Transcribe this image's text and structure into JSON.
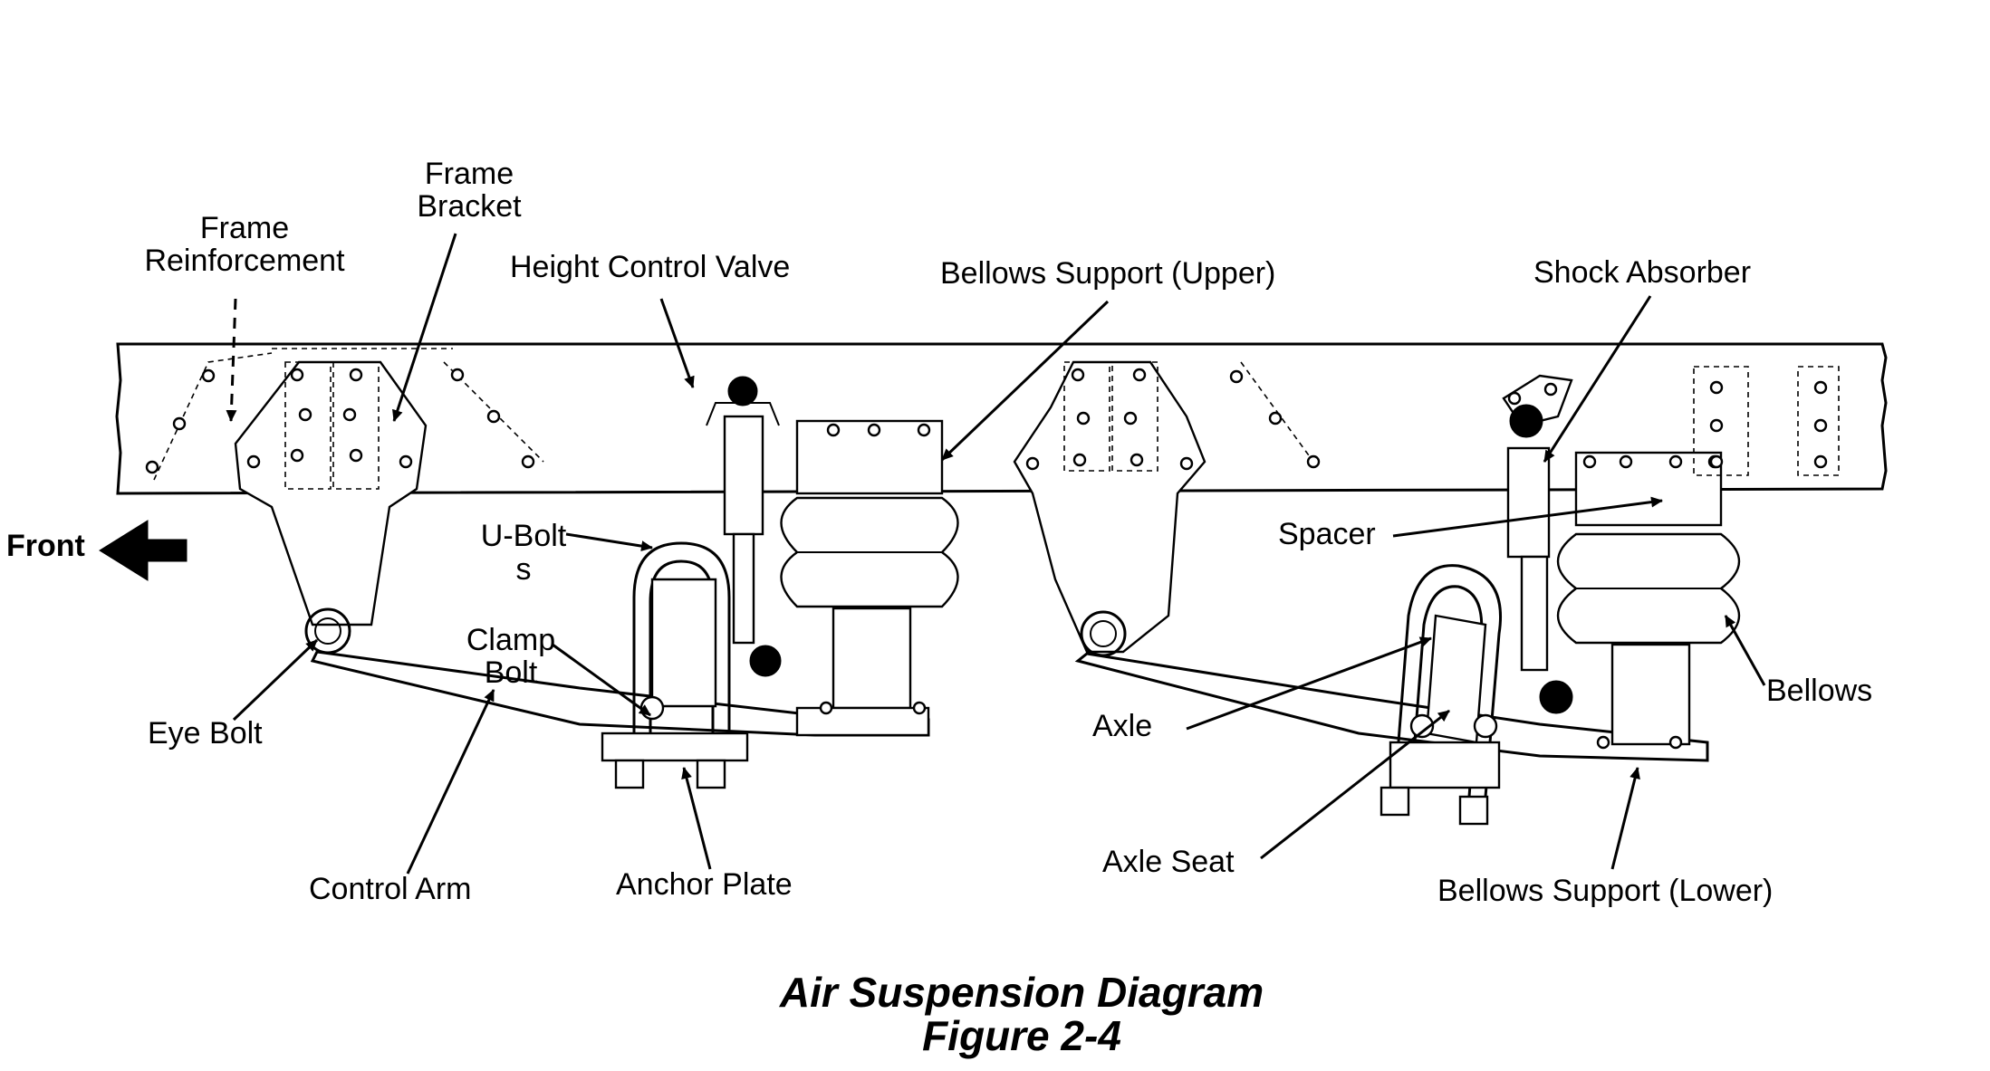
{
  "labels": {
    "frame_reinforcement_1": "Frame",
    "frame_reinforcement_2": "Reinforcement",
    "frame_bracket_1": "Frame",
    "frame_bracket_2": "Bracket",
    "height_control_valve": "Height Control Valve",
    "bellows_support_upper": "Bellows Support (Upper)",
    "shock_absorber": "Shock Absorber",
    "front": "Front",
    "u_bolts_1": "U-Bolt",
    "u_bolts_2": "s",
    "clamp_bolt_1": "Clamp",
    "clamp_bolt_2": "Bolt",
    "eye_bolt": "Eye Bolt",
    "control_arm": "Control Arm",
    "anchor_plate": "Anchor Plate",
    "spacer": "Spacer",
    "axle": "Axle",
    "axle_seat": "Axle Seat",
    "bellows": "Bellows",
    "bellows_support_lower": "Bellows Support (Lower)"
  },
  "caption": {
    "title": "Air Suspension Diagram",
    "figure": "Figure 2-4"
  }
}
